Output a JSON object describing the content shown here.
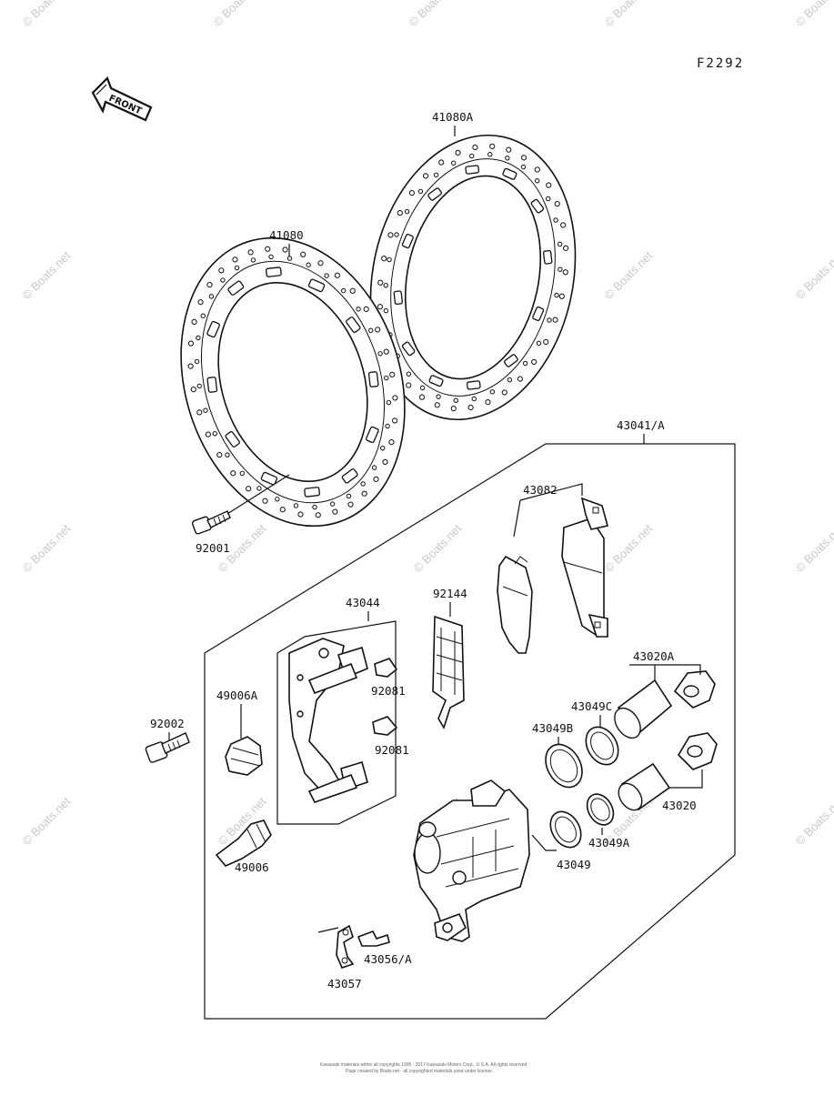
{
  "figure_code": "F2292",
  "front_arrow_text": "FRONT",
  "watermark_text": "© Boats.net",
  "footer_lines": [
    "Kawasaki materials within all copyrights 1995 - 2017 Kawasaki Motors Corp., U.S.A. All rights reserved.",
    "Page created by Boats.net - all copyrighted materials used under license."
  ],
  "labels": {
    "disc_right": "41080A",
    "disc_left": "41080",
    "bolt_disc": "92001",
    "caliper_assy": "43041/A",
    "pads": "43082",
    "anti_rattle_spring": "92144",
    "caliper_bracket": "43044",
    "bolt_caliper": "92002",
    "boot_a": "49006A",
    "boot": "49006",
    "bushing_upper": "92081",
    "bushing_lower": "92081",
    "piston_a": "43020A",
    "seal_c": "43049C",
    "seal_b": "43049B",
    "piston": "43020",
    "seal_a": "43049A",
    "seal": "43049",
    "bleeder": "43056/A",
    "cap": "43057"
  }
}
